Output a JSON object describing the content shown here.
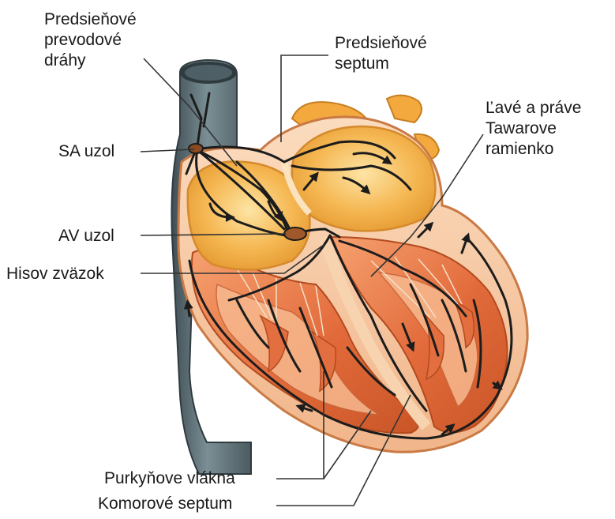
{
  "labels": {
    "predsienove_drahy": [
      "Predsieňové",
      "prevodové",
      "dráhy"
    ],
    "predsienove_septum": [
      "Predsieňové",
      "septum"
    ],
    "tawarove_ramienko": [
      "Ľavé a práve",
      "Tawarove",
      "ramienko"
    ],
    "sa_uzol": "SA uzol",
    "av_uzol": "AV uzol",
    "hisov_zvazok": "Hisov zväzok",
    "purkynove_vlakna": "Purkyňove vlákna",
    "komorove_septum": "Komorové septum"
  },
  "colors": {
    "vein": "#5f7379",
    "vein_dark": "#3e4d52",
    "atrium": "#f4b14a",
    "atrium_light": "#fcd98f",
    "myocardium": "#e06a3b",
    "myocardium_light": "#f5a374",
    "inner_wall": "#f7c7a0",
    "conduction": "#1c1c1c",
    "leader": "#333333"
  }
}
